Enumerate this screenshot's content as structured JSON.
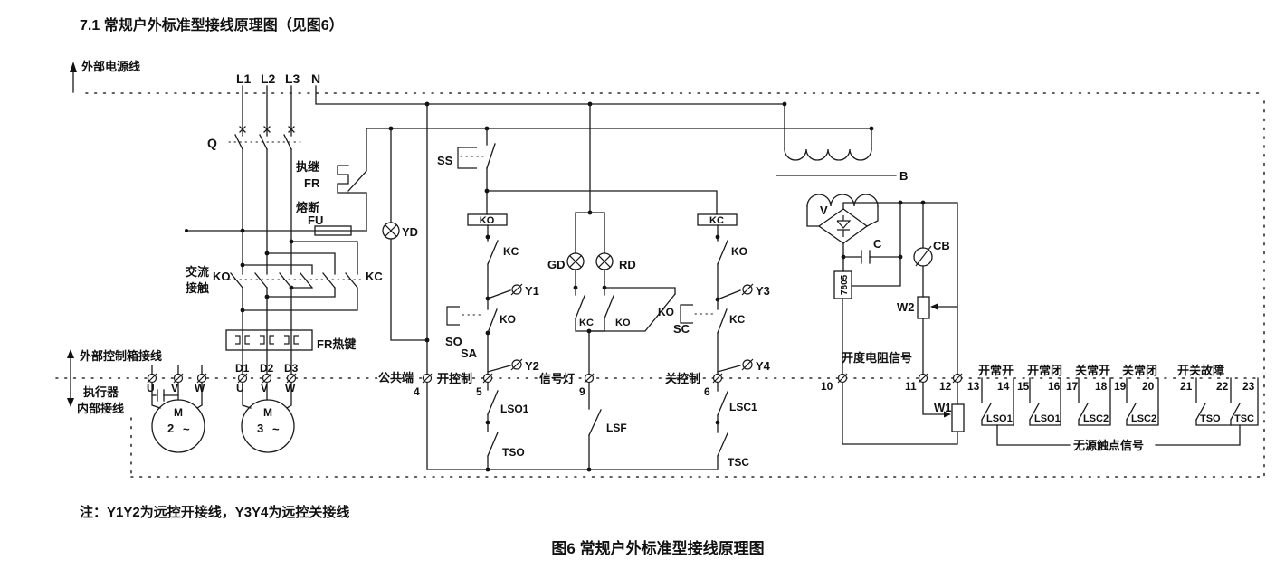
{
  "title": "7.1 常规户外标准型接线原理图（见图6）",
  "note": "注：Y1Y2为远控开接线，Y3Y4为远控关接线",
  "caption": "图6 常规户外标准型接线原理图",
  "zones": {
    "external_power": "外部电源线",
    "external_box_wiring": "外部控制箱接线",
    "actuator": "执行器",
    "internal_wiring": "内部接线"
  },
  "power": {
    "phases": [
      "L1",
      "L2",
      "L3",
      "N"
    ],
    "breaker": "Q",
    "thermal_relay_name": "执继",
    "thermal_relay": "FR",
    "fuse_name": "熔断",
    "fuse": "FU",
    "contactor_name1": "交流",
    "contactor_name2": "接触",
    "contactor_open": "KO",
    "contactor_close": "KC",
    "thermal_element": "FR热键",
    "motor_terminals": [
      "D1",
      "D2",
      "D3"
    ],
    "phase_letters": [
      "U",
      "V",
      "W"
    ],
    "motor_symbol": "M",
    "motor2_number": "2",
    "motor3_number": "3",
    "ac_symbol": "~"
  },
  "control": {
    "power_lamp": "YD",
    "stop_switch": "SS",
    "open_coil": "KO",
    "close_coil": "KC",
    "kc_interlock": "KC",
    "ko_interlock": "KO",
    "open_lamp": "GD",
    "close_lamp": "RD",
    "remote_terminals": [
      "Y1",
      "Y2",
      "Y3",
      "Y4"
    ],
    "open_button": "SO",
    "selector": "SA",
    "close_button": "SC",
    "sa_ko": "KO",
    "sc_ko": "KO",
    "sc_kc": "KC",
    "lamp_kc": "KC",
    "lamp_ko": "KO",
    "open_limit": "LSO1",
    "open_torque": "TSO",
    "signal_switch": "LSF",
    "close_limit": "LSC1",
    "close_torque": "TSC"
  },
  "terminals": {
    "common": "公共端",
    "common_no": "4",
    "open": "开控制",
    "open_no": "5",
    "signal": "信号灯",
    "signal_no": "9",
    "close": "关控制",
    "close_no": "6"
  },
  "feedback": {
    "transformer": "B",
    "rectifier": "V",
    "capacitor": "C",
    "adjuster": "CB",
    "regulator": "7805",
    "pot_w2": "W2",
    "pot_w1": "W1",
    "resistance_signal": "开度电阻信号",
    "t10": "10",
    "t11": "11",
    "t12": "12",
    "headers": [
      "开常开",
      "开常闭",
      "关常开",
      "关常闭",
      "开关故障"
    ],
    "numbers": [
      "13",
      "14",
      "15",
      "16",
      "17",
      "18",
      "19",
      "20",
      "21",
      "22",
      "23"
    ],
    "contacts": [
      "LSO1",
      "LSO1",
      "LSC2",
      "LSC2",
      "TSO",
      "TSC"
    ],
    "passive_signal": "无源触点信号"
  }
}
